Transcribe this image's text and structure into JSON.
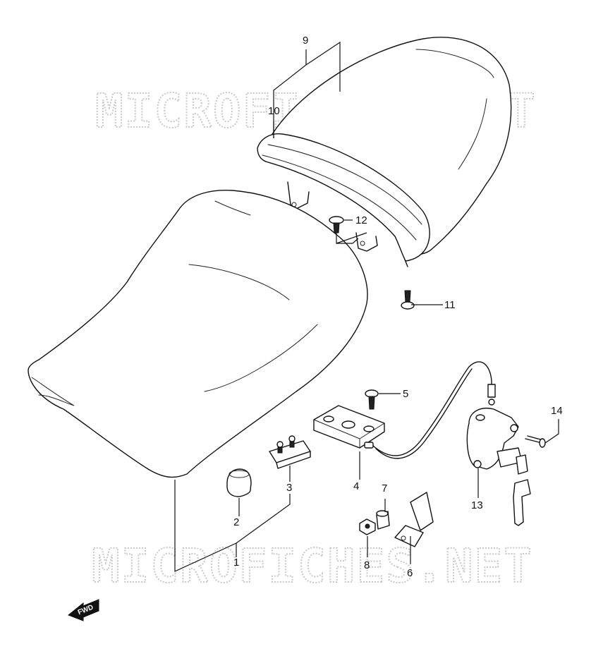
{
  "watermark": "MICROFICHES.NET",
  "forward_label": "FWD",
  "callouts": [
    "1",
    "2",
    "3",
    "4",
    "5",
    "6",
    "7",
    "8",
    "9",
    "10",
    "11",
    "12",
    "13",
    "14"
  ]
}
